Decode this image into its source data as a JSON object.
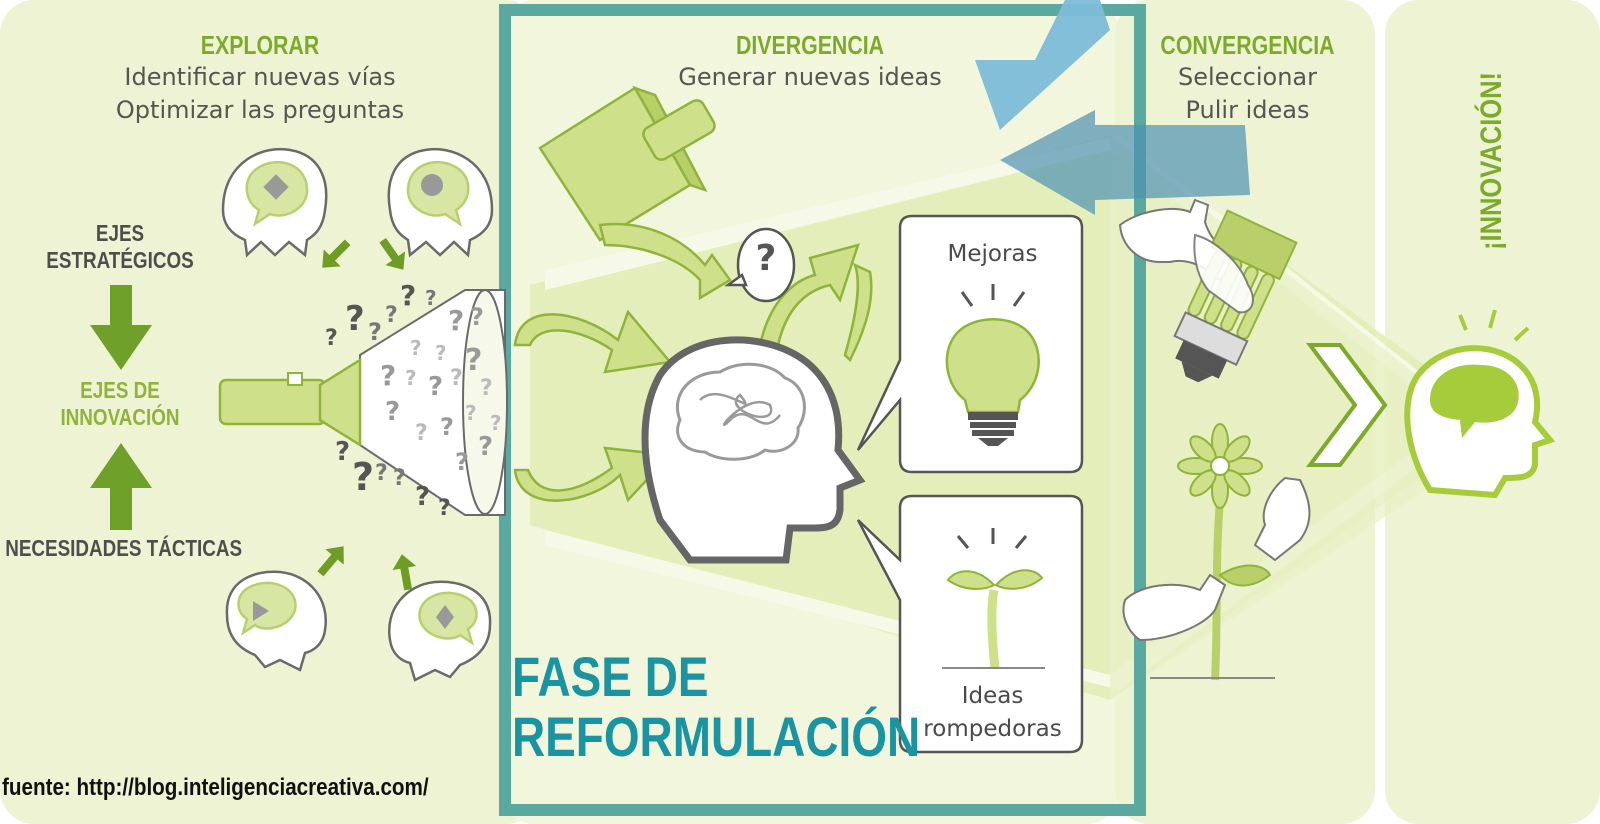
{
  "sections": {
    "explorar": {
      "title": "EXPLORAR",
      "lines": [
        "Identificar nuevas vías",
        "Optimizar las preguntas"
      ]
    },
    "divergencia": {
      "title": "DIVERGENCIA",
      "lines": [
        "Generar nuevas ideas"
      ]
    },
    "convergencia": {
      "title": "CONVERGENCIA",
      "lines": [
        "Seleccionar",
        "Pulir ideas"
      ]
    },
    "innovacion": {
      "title": "¡INNOVACIÓN!"
    }
  },
  "left_axis": {
    "top": [
      "EJES",
      "ESTRATÉGICOS"
    ],
    "middle": [
      "EJES DE",
      "INNOVACIÓN"
    ],
    "bottom": "NECESIDADES TÁCTICAS"
  },
  "bubbles": {
    "mejoras": "Mejoras",
    "rompedoras": [
      "Ideas",
      "rompedoras"
    ]
  },
  "phase": [
    "FASE DE",
    "REFORMULACIÓN"
  ],
  "source": "fuente: http://blog.inteligenciacreativa.com/",
  "question_mark": "?",
  "colors": {
    "panel_bg": "#eff5d5",
    "accent_green": "#7cab2c",
    "light_green": "#cfe08a",
    "teal": "#138e95",
    "blue_arrow": "#6fb4d0",
    "gray_line": "#666666"
  },
  "icons": [
    "flashlight-icon",
    "head-brain-icon",
    "lightbulb-icon",
    "sprout-icon",
    "watering-can-icon",
    "hand-icon",
    "flower-icon",
    "cfl-bulb-icon",
    "lightbulb-head-icon"
  ]
}
